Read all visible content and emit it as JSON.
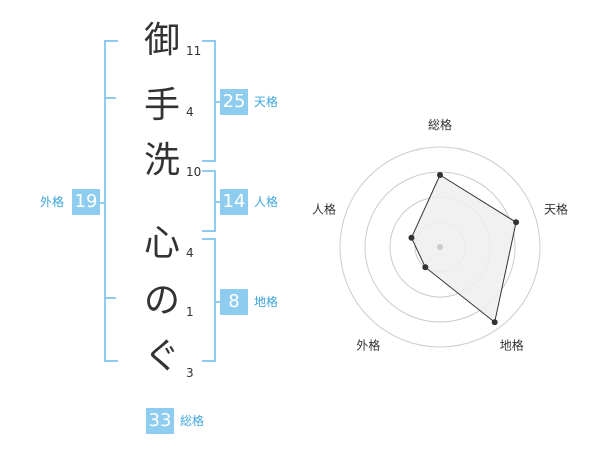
{
  "characters": [
    {
      "char": "御",
      "strokes": "11"
    },
    {
      "char": "手",
      "strokes": "4"
    },
    {
      "char": "洗",
      "strokes": "10"
    },
    {
      "char": "心",
      "strokes": "4"
    },
    {
      "char": "の",
      "strokes": "1"
    },
    {
      "char": "ぐ",
      "strokes": "3"
    }
  ],
  "kaku": {
    "tenkaku": {
      "value": "25",
      "label": "天格"
    },
    "jinkaku": {
      "value": "14",
      "label": "人格"
    },
    "chikaku": {
      "value": "8",
      "label": "地格"
    },
    "gaikaku": {
      "value": "19",
      "label": "外格"
    },
    "soukaku": {
      "value": "33",
      "label": "総格"
    }
  },
  "colors": {
    "accent": "#8fcdf0",
    "label_text": "#3da5de",
    "polygon_fill": "#eeeeee",
    "polygon_stroke": "#333333",
    "ring": "#cccccc"
  },
  "chart_data": {
    "type": "radar",
    "axes": [
      "総格",
      "天格",
      "地格",
      "外格",
      "人格"
    ],
    "values": [
      0.72,
      0.8,
      0.93,
      0.25,
      0.3
    ],
    "ring_count": 4,
    "range": [
      0,
      1
    ]
  }
}
